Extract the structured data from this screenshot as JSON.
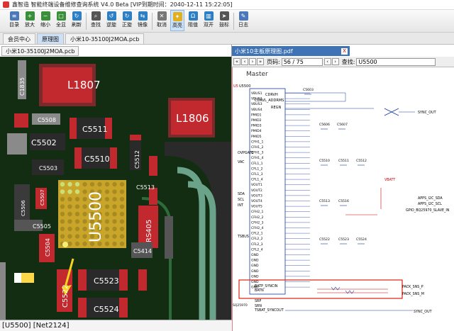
{
  "window": {
    "title": "鑫智造 智能终端设备维修查询系统 V4.0 Beta [VIP到期时间：2040-12-11 15:22:05]"
  },
  "toolbar": [
    {
      "label": "目录",
      "icon": "catalog-icon",
      "color": "#4a78b8"
    },
    {
      "label": "放大",
      "icon": "zoom-in-icon",
      "color": "#3a8f3a"
    },
    {
      "label": "缩小",
      "icon": "zoom-out-icon",
      "color": "#3a8f3a"
    },
    {
      "label": "全显",
      "icon": "fit-icon",
      "color": "#3a8f3a"
    },
    {
      "label": "刷新",
      "icon": "refresh-icon",
      "color": "#2d7fc5"
    },
    {
      "label": "查找",
      "icon": "find-icon",
      "color": "#555555"
    },
    {
      "label": "逆旋",
      "icon": "rotate-ccw-icon",
      "color": "#2d7fc5"
    },
    {
      "label": "正旋",
      "icon": "rotate-cw-icon",
      "color": "#2d7fc5"
    },
    {
      "label": "镜像",
      "icon": "mirror-icon",
      "color": "#2d7fc5"
    },
    {
      "label": "取消",
      "icon": "cancel-icon",
      "color": "#777777"
    },
    {
      "label": "高亮",
      "icon": "highlight-icon",
      "color": "#e0b020",
      "selected": true
    },
    {
      "label": "阻值",
      "icon": "resistance-icon",
      "color": "#2d7fc5"
    },
    {
      "label": "双开",
      "icon": "split-icon",
      "color": "#2d7fc5"
    },
    {
      "label": "鼓标",
      "icon": "cursor-icon",
      "color": "#555555"
    },
    {
      "label": "日志",
      "icon": "log-icon",
      "color": "#4a78b8"
    }
  ],
  "tabs": [
    {
      "label": "会员中心",
      "active": false
    },
    {
      "label": "原理图",
      "active": true
    },
    {
      "label": "小米10-35100J2MOA.pcb",
      "active": false
    }
  ],
  "pcb": {
    "tab": "小米10-35100J2MOA.pcb",
    "components": [
      "L1807",
      "L1806",
      "C5511",
      "C5502",
      "C5510",
      "C5503",
      "C5512",
      "C5513",
      "C5505",
      "C5504",
      "C5414",
      "C5523",
      "C5522",
      "C5524",
      "C5506",
      "C5507",
      "C1835",
      "C5508",
      "RS405",
      "U5500"
    ],
    "status": "[U5500] [Net2124]"
  },
  "pdf": {
    "tab": "小米10主板原理图.pdf",
    "close": "X",
    "page_label": "页码:",
    "page": "56 / 75",
    "search_label": "查找:",
    "search_value": "U5500"
  },
  "schematic": {
    "title": "Master",
    "chip": "U5500",
    "part": "SQ25970",
    "left_pins": [
      "VBUS1",
      "VBUS2",
      "VBUS3",
      "VBUS4",
      "PMID1",
      "PMID2",
      "PMID3",
      "PMID4",
      "PMID5",
      "CFH1_1",
      "CFH1_2",
      "CFH1_3",
      "CFH1_4",
      "CFL1_1",
      "CFL1_2",
      "CFL1_3",
      "CFL1_4",
      "VOUT1",
      "VOUT2",
      "VOUT3",
      "VOUT4",
      "VOUT5",
      "CFH2_1",
      "CFH2_2",
      "CFH2_3",
      "CFH2_4",
      "CFL2_1",
      "CFL2_2",
      "CFL2_3",
      "CFL2_4",
      "GND",
      "GND",
      "GND",
      "GND",
      "GND",
      "GND",
      "GND"
    ],
    "ext_labels": [
      "OVPGATE",
      "VAC",
      "SDA",
      "SCL",
      "INT",
      "TSBUS",
      "BATP_SYNCIN",
      "BATN",
      "SRP",
      "SRN",
      "TSBAT_SYNCOUT"
    ],
    "net_labels": [
      "SYNC_OUT",
      "APPS_I2C_SDA",
      "APPS_I2C_SCL",
      "GPIO_BQ25970_SLAVE_IN",
      "PACK_SNS_P",
      "PACK_SNS_M",
      "SYNC_OUT",
      "VBATT"
    ],
    "caps": [
      "C5603",
      "C5606",
      "C5607",
      "C5510",
      "C5511",
      "C5512",
      "C5513",
      "C5516",
      "C5522",
      "C5523",
      "C5524"
    ],
    "pins_right": [
      "CDRVH",
      "CDRVL_ADDRMS",
      "REGN"
    ]
  }
}
